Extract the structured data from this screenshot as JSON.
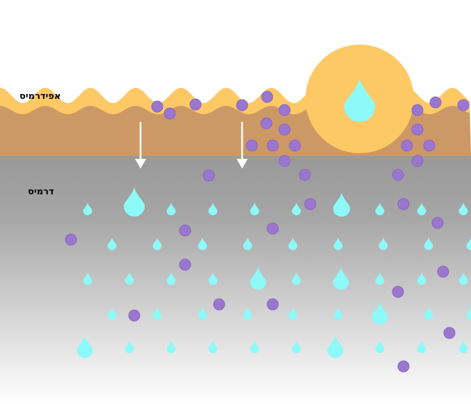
{
  "labels": {
    "epidermis": "אפידרמיס",
    "dermis": "דרמיס"
  },
  "colors": {
    "background": "#ffffff",
    "epidermis_top": "#fdc965",
    "epidermis_body": "#cc9966",
    "dermis_top": "#999999",
    "dermis_bottom": "#ffffff",
    "water_drop": "#8ef9f9",
    "particle": "#9a76cf",
    "particle_outline": "#8a66bf",
    "arrow": "#ffffff",
    "pore": "#fdc965"
  },
  "icons": {
    "drop": "water-drop-icon",
    "particle": "particle-dot",
    "arrow": "arrow-down-icon"
  }
}
